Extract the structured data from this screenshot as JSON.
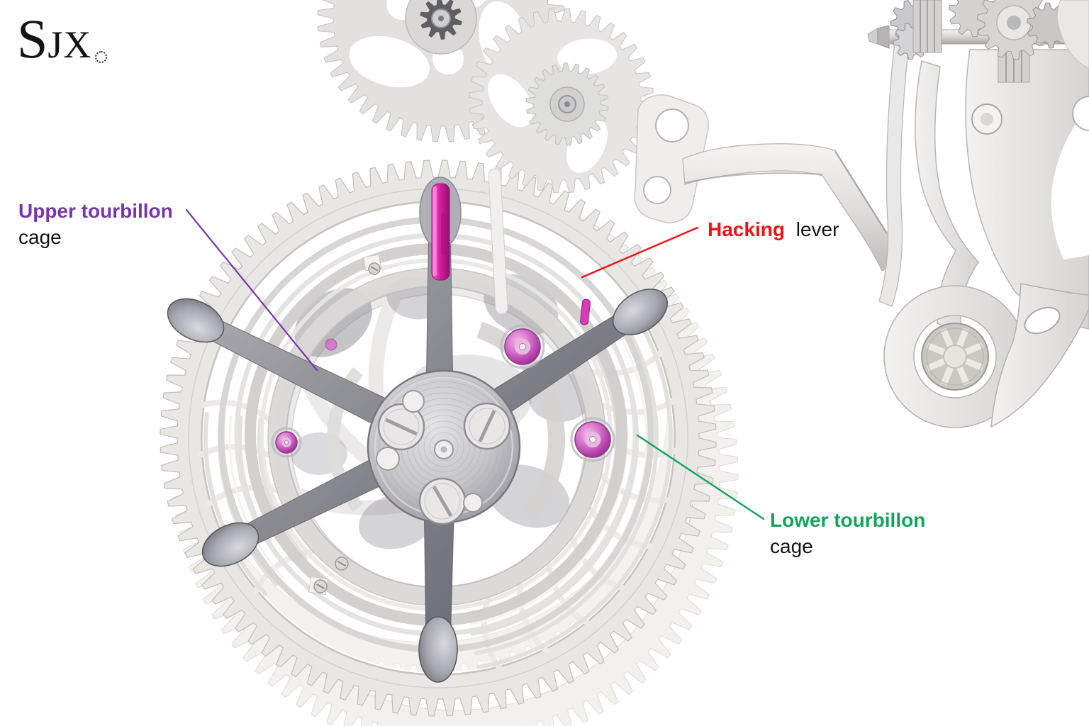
{
  "figure": {
    "background": "#ffffff"
  },
  "logo": {
    "primary": "S",
    "secondary": "JX"
  },
  "labels": {
    "upper_cage": {
      "highlight": "Upper tourbillon",
      "rest": "cage",
      "color": "#7636ae"
    },
    "hacking_lever": {
      "highlight": "Hacking",
      "rest": "lever",
      "color": "#ef1212"
    },
    "lower_cage": {
      "highlight": "Lower tourbillon",
      "rest": "cage",
      "color": "#15a35b"
    }
  },
  "illustration": {
    "accent_pink": "#d63db8",
    "jewel_pink": "#d66fca",
    "metal_light": "#e8e7e4",
    "metal_mid": "#cfcecc",
    "cage_dark": "#6b6b72"
  }
}
